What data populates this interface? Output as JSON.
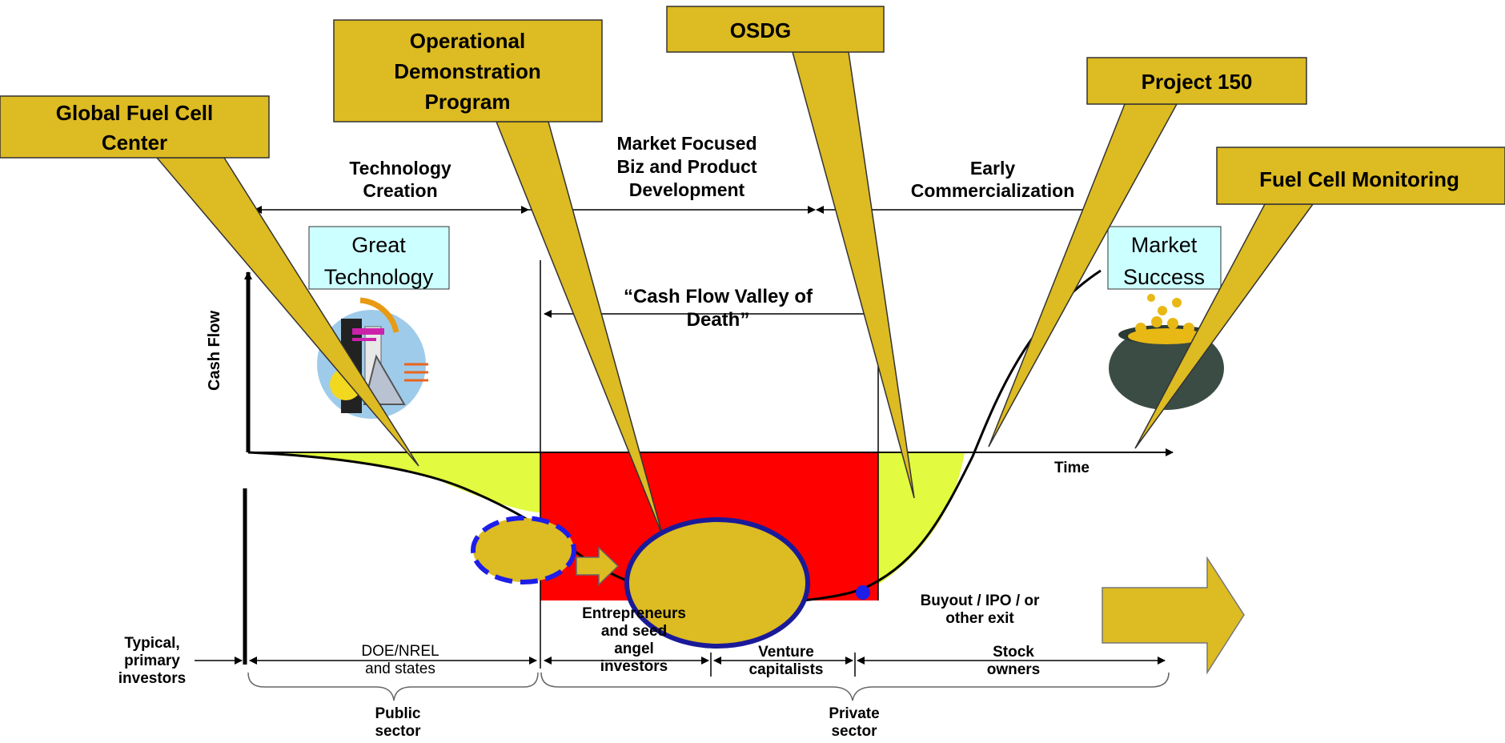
{
  "phases": {
    "technology_creation": "Technology\nCreation",
    "market_focused": "Market Focused\nBiz and Product\nDevelopment",
    "early_commercialization": "Early\nCommercialization"
  },
  "boxes": {
    "great_technology": "Great\nTechnology",
    "market_success": "Market\nSuccess"
  },
  "valley_label": "“Cash Flow Valley of\nDeath”",
  "axes": {
    "y_label": "Cash Flow",
    "x_label": "Time"
  },
  "investors": {
    "typical_primary": "Typical,\nprimary\ninvestors",
    "doe_nrel": "DOE/NREL\nand states",
    "entrepreneurs": "Entrepreneurs\nand seed\nangel\ninvestors",
    "venture": "Venture\ncapitalists",
    "stock": "Stock\nowners",
    "buyout": "Buyout / IPO / or\nother exit"
  },
  "sectors": {
    "public": "Public\nsector",
    "private": "Private\nsector"
  },
  "callouts": {
    "global_fuel_cell": "Global Fuel Cell\nCenter",
    "operational_demo": "Operational\nDemonstration\nProgram",
    "osdg": "OSDG",
    "project_150": "Project 150",
    "fuel_cell_monitoring": "Fuel Cell Monitoring"
  },
  "colors": {
    "callout_fill": "#DDBB22",
    "yellow_fill": "#E2FA3F",
    "red_fill": "#FF0000",
    "cyan_box": "#CCFFFF",
    "ellipse_stroke": "#1A1A99",
    "dashed_stroke": "#1E1EE8"
  },
  "icons": {
    "lab": "lab-flask-icon",
    "pot": "pot-of-gold-icon",
    "arrow": "block-arrow-icon"
  }
}
